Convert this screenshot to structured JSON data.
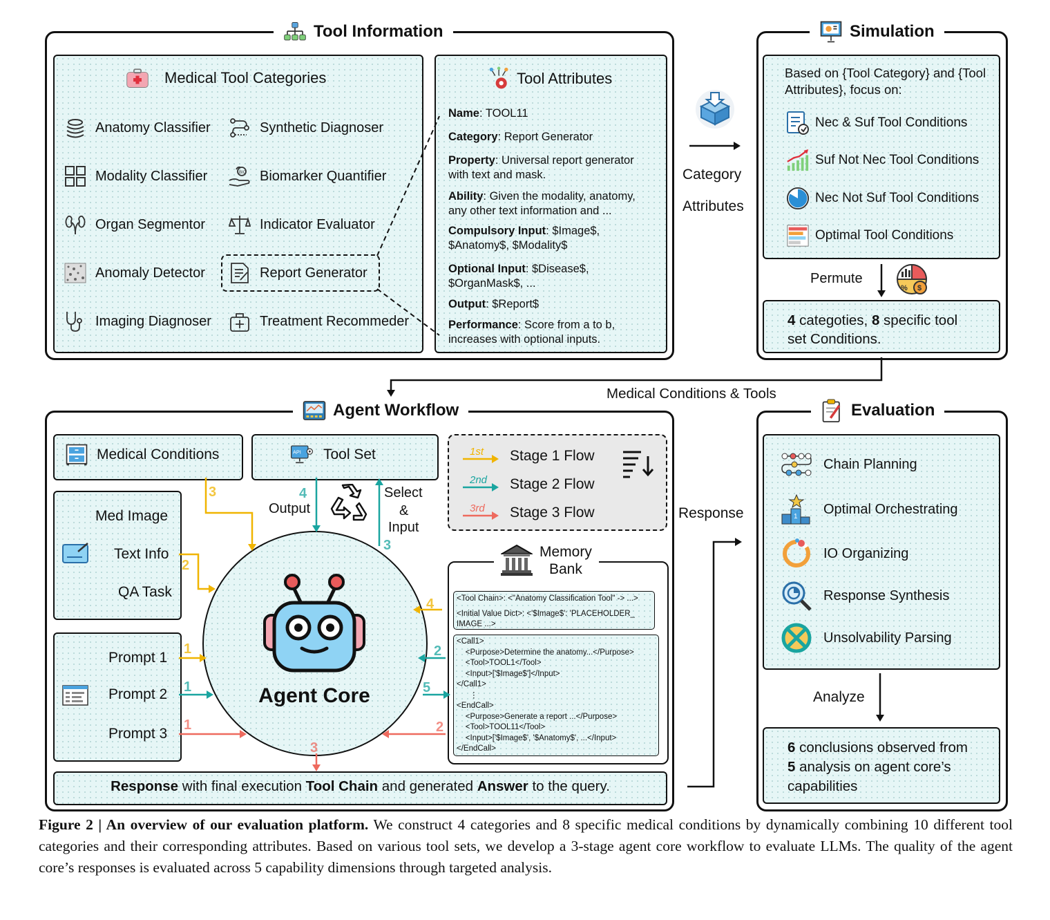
{
  "tool_information": {
    "title": "Tool Information",
    "categories_title": "Medical Tool Categories",
    "categories": [
      "Anatomy Classifier",
      "Synthetic Diagnoser",
      "Modality Classifier",
      "Biomarker Quantifier",
      "Organ Segmentor",
      "Indicator Evaluator",
      "Anomaly Detector",
      "Report Generator",
      "Imaging Diagnoser",
      "Treatment Recommeder"
    ],
    "attributes_title": "Tool Attributes",
    "attributes": [
      {
        "key": "Name",
        "text": ": TOOL11"
      },
      {
        "key": "Category",
        "text": ": Report Generator"
      },
      {
        "key": "Property",
        "text": ": Universal report generator with text and mask."
      },
      {
        "key": "Ability",
        "text": ": Given the modality, anatomy, any other text information and ..."
      },
      {
        "key": "Compulsory Input",
        "text": ": $Image$, $Anatomy$, $Modality$"
      },
      {
        "key": "Optional Input",
        "text": ": $Disease$, $OrganMask$, ..."
      },
      {
        "key": "Output",
        "text": ": $Report$"
      },
      {
        "key": "Performance",
        "text": ": Score from a to b, increases with optional inputs."
      }
    ]
  },
  "arrow_labels": {
    "category": "Category",
    "attributes": "Attributes",
    "permute": "Permute",
    "medical_conditions_tools": "Medical Conditions & Tools",
    "response": "Response",
    "analyze": "Analyze"
  },
  "simulation": {
    "title": "Simulation",
    "intro": "Based on {Tool Category} and {Tool Attributes}, focus on:",
    "items": [
      "Nec & Suf Tool Conditions",
      "Suf Not Nec Tool Conditions",
      "Nec Not Suf Tool Conditions",
      "Optimal Tool Conditions"
    ],
    "result_num1": "4",
    "result_mid": " categoties, ",
    "result_num2": "8",
    "result_tail": " specific tool set Conditions."
  },
  "agent_workflow": {
    "title": "Agent Workflow",
    "medical_conditions": "Medical Conditions",
    "tool_set": "Tool Set",
    "api_label": "API",
    "stages": [
      {
        "tag": "1st",
        "label": "Stage 1 Flow",
        "color": "#f0b400"
      },
      {
        "tag": "2nd",
        "label": "Stage 2 Flow",
        "color": "#1aa5a0"
      },
      {
        "tag": "3rd",
        "label": "Stage 3 Flow",
        "color": "#ee6a5e"
      }
    ],
    "inputs": [
      "Med Image",
      "Text Info",
      "QA Task"
    ],
    "prompts": [
      "Prompt 1",
      "Prompt 2",
      "Prompt 3"
    ],
    "output_label": "Output",
    "select_label": "Select",
    "amp": "&",
    "input_label": "Input",
    "core_label": "Agent Core",
    "memory_title_1": "Memory",
    "memory_title_2": "Bank",
    "memory_lines_1": [
      "<Tool Chain>: <\"Anatomy Classification Tool\" -> ...>"
    ],
    "memory_lines_2": [
      "<Initial Value Dict>: <'$Image$': 'PLACEHOLDER_",
      "IMAGE ...>"
    ],
    "memory_lines_3": [
      "<Call1>",
      "    <Purpose>Determine the anatomy...</Purpose>",
      "    <Tool>TOOL1</Tool>",
      "    <Input>['$Image$']</Input>",
      "</Call1>",
      "      ⋮",
      "<EndCall>",
      "    <Purpose>Generate a report ...</Purpose>",
      "    <Tool>TOOL11</Tool>",
      "    <Input>['$Image$', '$Anatomy$', ...</Input>",
      "</EndCall>"
    ],
    "flow_numbers": [
      "3",
      "4",
      "3",
      "2",
      "1",
      "1",
      "1",
      "5",
      "4",
      "2",
      "2",
      "3"
    ],
    "response_b1": "Response",
    "response_t1": " with final execution ",
    "response_b2": "Tool Chain",
    "response_t2": " and generated ",
    "response_b3": "Answer",
    "response_t3": " to the query."
  },
  "evaluation": {
    "title": "Evaluation",
    "items": [
      "Chain Planning",
      "Optimal Orchestrating",
      "IO Organizing",
      "Response Synthesis",
      "Unsolvability Parsing"
    ],
    "result_num1": "6",
    "result_mid": " conclusions observed from ",
    "result_num2": "5",
    "result_tail": " analysis on agent core’s capabilities"
  },
  "caption": {
    "label": "Figure 2 | An overview of our evaluation platform.",
    "text": " We construct 4 categories and 8 specific medical conditions by dynamically combining 10 different tool categories and their corresponding attributes. Based on various tool sets, we develop a 3-stage agent core workflow to evaluate LLMs. The quality of the agent core’s responses is evaluated across 5 capability dimensions through targeted analysis."
  },
  "colors": {
    "stage1": "#f0b400",
    "stage2": "#1aa5a0",
    "stage3": "#ee6a5e",
    "panel": "#e6f6f6",
    "robot": "#8fd3f4"
  }
}
